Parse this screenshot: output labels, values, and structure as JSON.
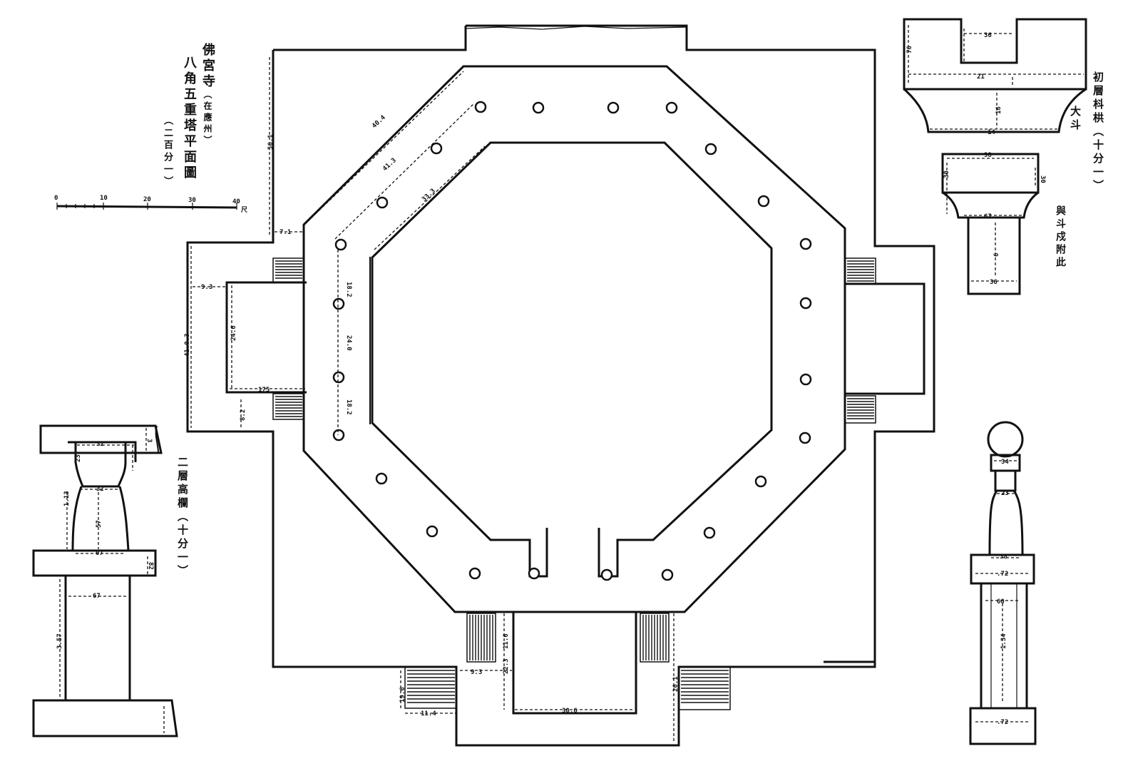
{
  "title": {
    "temple": "佛宮寺",
    "location": "（在應州）",
    "subject": "八角五重塔平面圖",
    "scale": "（二百分一）"
  },
  "scale_bar": {
    "ticks": [
      "0",
      "10",
      "20",
      "30",
      "40"
    ],
    "unit": "尺"
  },
  "bracket_title": "初層枓栱（十分一）",
  "bracket_dadou": "大斗",
  "bracket_note": "與斗戍附此",
  "column_title": "二層高欄（十分一）",
  "dimensions": {
    "d_40_4": "40.4",
    "d_41_3": "41.3",
    "d_33_3": "33.3",
    "d_7_1": "7.1",
    "d_9_3": "9.3",
    "d_41_0_3": "41.0.3",
    "d_24_6": "24.6",
    "d_175": "175",
    "d_8_2": "8.2",
    "d_18_2a": "18.2",
    "d_18_2b": "18.2",
    "d_24_0": "24.0",
    "d_56_1": "56.1",
    "d_tr_36": "36",
    "d_tr_76": "76",
    "d_tr_21": "21",
    "d_tr_16": "16",
    "d_tr_14": "14",
    "d_tr_98": "98",
    "d_tr_30a": "30",
    "d_tr_30b": "30",
    "d_tr_67": "67",
    "d_tr_6": "6",
    "d_tr_36b": "36",
    "d_bl_32a": "32",
    "d_bl_23": "23",
    "d_bl_32b": "32",
    "d_bl_113": "1.13",
    "d_bl_57": "57",
    "d_bl_07": "07",
    "d_bl_82": "82",
    "d_bl_3": "3",
    "d_bl_357": "3.57",
    "d_bl_g": "67",
    "d_br_34": "34",
    "d_br_23": "23",
    "d_br_38": "38",
    "d_br_72a": ".72",
    "d_br_60": "60",
    "d_br_134": "1.34",
    "d_br_72b": ".72",
    "d_bt_11_6": "11.6",
    "d_bt_9_3": "9.3",
    "d_bt_22_3": "22.3",
    "d_bt_19_6": "19.6",
    "d_bt_11_4": "11.4",
    "d_bt_30_6": "30.6",
    "d_bt_26_1": "26.1"
  },
  "colors": {
    "ink": "#111111",
    "paper": "#ffffff"
  }
}
